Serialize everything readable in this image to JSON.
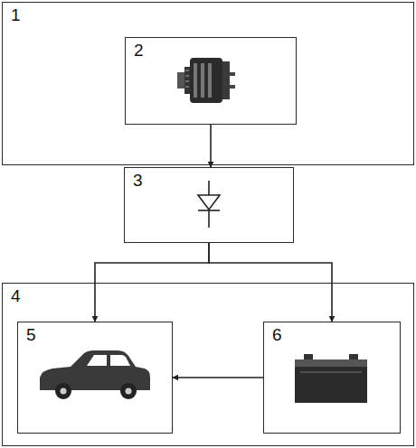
{
  "diagram": {
    "nodes": [
      {
        "text": [
          "1"
        ]
      },
      {
        "text": [
          "2"
        ],
        "in": 0
      },
      {
        "text": [
          "3"
        ]
      },
      {
        "text": [
          "4"
        ]
      },
      {
        "text": [
          "5"
        ],
        "in": 3
      },
      {
        "text": [
          "6"
        ],
        "in": 3
      }
    ],
    "edges": [
      {
        "from": 1,
        "to": 2,
        "arrow": "to"
      },
      {
        "from": 2,
        "to": 4,
        "arrow": "to"
      },
      {
        "from": 2,
        "to": 5,
        "arrow": "to"
      },
      {
        "from": 5,
        "to": 4,
        "arrow": "to"
      }
    ]
  }
}
